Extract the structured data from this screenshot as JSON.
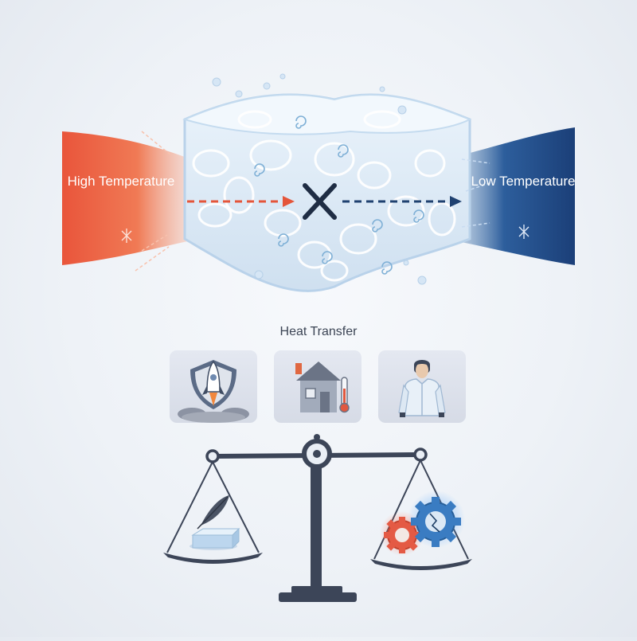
{
  "labels": {
    "high": "High Temperature",
    "low": "Low Temperature",
    "caption": "Heat Transfer"
  },
  "icons": {
    "block_symbol": "x-icon",
    "applications": [
      "rocket-shield-icon",
      "house-thermometer-icon",
      "person-jacket-icon"
    ],
    "balance": "scale-icon",
    "light_pan": [
      "feather-icon",
      "aerogel-block-icon"
    ],
    "heavy_pan": [
      "gear-icon",
      "cracked-gear-icon"
    ]
  },
  "colors": {
    "hot": "#e8573a",
    "cold": "#1f4a86",
    "aerogel": "#dceaf6",
    "scale": "#3c4558"
  }
}
